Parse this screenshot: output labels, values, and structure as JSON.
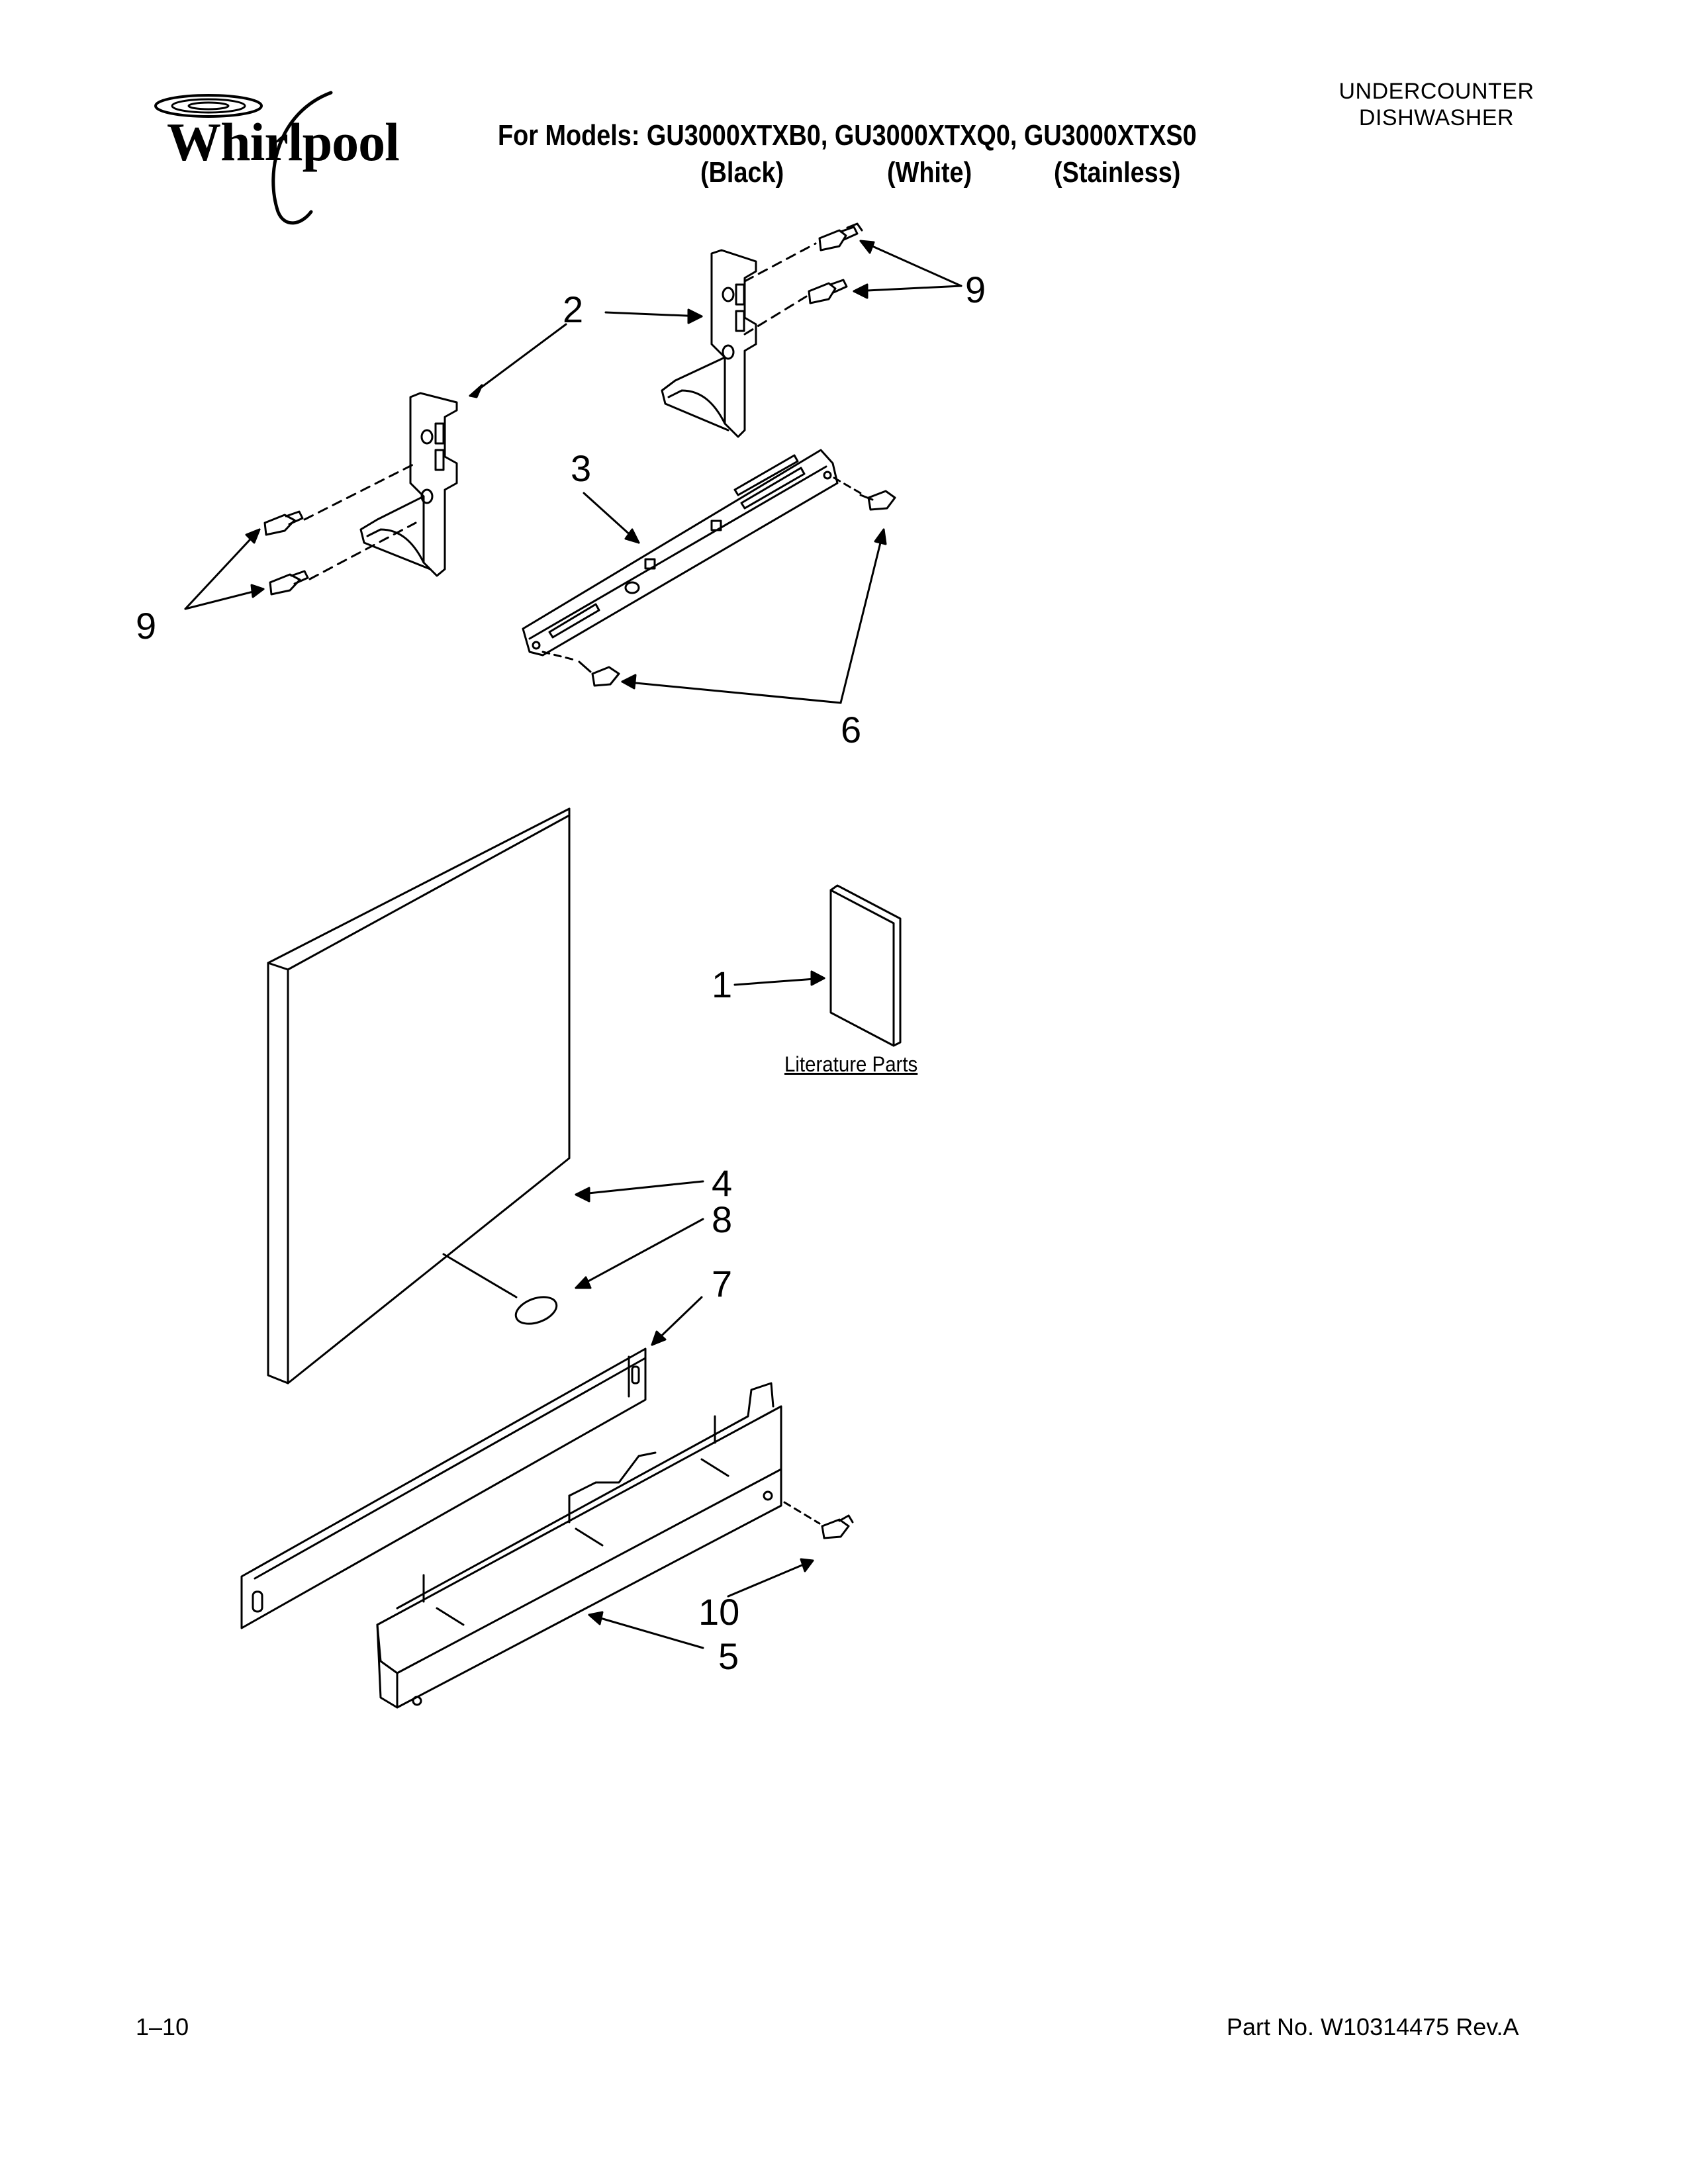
{
  "header": {
    "brand": "Whirlpool",
    "category_line1": "UNDERCOUNTER",
    "category_line2": "DISHWASHER",
    "models_line": "For Models: GU3000XTXB0, GU3000XTXQ0, GU3000XTXS0",
    "colors": [
      "(Black)",
      "(White)",
      "(Stainless)"
    ]
  },
  "callouts": {
    "c9_top": "9",
    "c2": "2",
    "c3": "3",
    "c9_left": "9",
    "c6": "6",
    "c1": "1",
    "c4": "4",
    "c8": "8",
    "c7": "7",
    "c10": "10",
    "c5": "5"
  },
  "literature_label": "Literature Parts",
  "footer": {
    "page": "1–10",
    "part_no": "Part No. W10314475 Rev.A"
  }
}
